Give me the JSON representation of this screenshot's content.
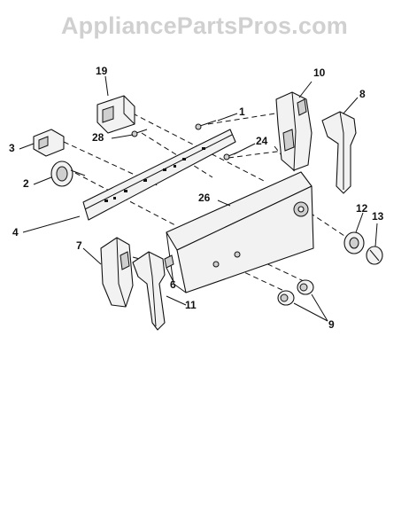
{
  "watermark": "AppliancePartsPros.com",
  "callouts": {
    "c1": "1",
    "c2": "2",
    "c3": "3",
    "c4": "4",
    "c6": "6",
    "c7": "7",
    "c8": "8",
    "c9": "9",
    "c10": "10",
    "c11": "11",
    "c12": "12",
    "c13": "13",
    "c19": "19",
    "c24": "24",
    "c26": "26",
    "c28": "28"
  }
}
